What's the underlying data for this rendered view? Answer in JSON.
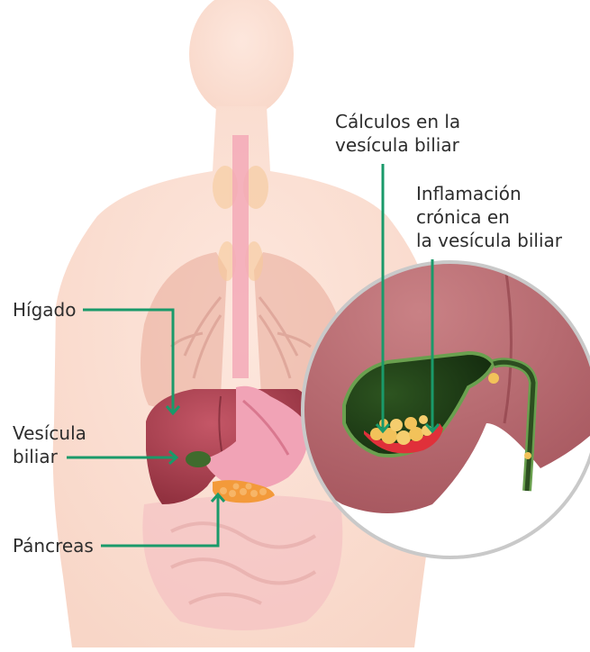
{
  "labels": {
    "liver": "Hígado",
    "gallbladder_line1": "Vesícula",
    "gallbladder_line2": "biliar",
    "pancreas": "Páncreas",
    "stones_line1": "Cálculos en la",
    "stones_line2": "vesícula biliar",
    "inflammation_line1": "Inflamación",
    "inflammation_line2": "crónica en",
    "inflammation_line3": "la vesícula biliar"
  },
  "colors": {
    "pointer": "#1a9a6a",
    "skin": "#fbe1d6",
    "liver": "#a23c4a",
    "gallbladder": "#3f6b2d",
    "pancreas": "#f39a3a",
    "stomach": "#f1a3b6",
    "stones": "#f2c25a",
    "inflamed_wall": "#e0303a"
  }
}
